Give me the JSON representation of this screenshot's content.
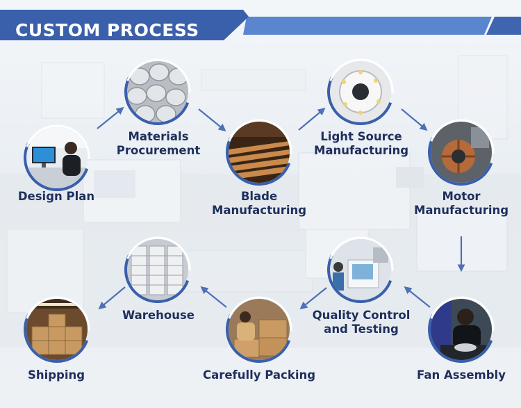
{
  "header": {
    "title": "CUSTOM PROCESS"
  },
  "colors": {
    "banner_dark": "#3a5fab",
    "banner_light": "#5a86cf",
    "label": "#1f2f5c",
    "arrow": "#4f6fb6"
  },
  "steps": [
    {
      "label": "Design Plan",
      "icon": "designer-at-computer-photo"
    },
    {
      "label": "Materials Procurement",
      "line1": "Materials",
      "line2": "Procurement",
      "icon": "metal-discs-photo"
    },
    {
      "label": "Blade Manufacturing",
      "line1": "Blade",
      "line2": "Manufacturing",
      "icon": "wooden-blades-photo"
    },
    {
      "label": "Light Source Manufacturing",
      "line1": "Light Source",
      "line2": "Manufacturing",
      "icon": "led-board-photo"
    },
    {
      "label": "Motor Manufacturing",
      "line1": "Motor",
      "line2": "Manufacturing",
      "icon": "motor-stator-photo"
    },
    {
      "label": "Fan Assembly",
      "icon": "assembly-worker-photo"
    },
    {
      "label": "Quality Control and Testing",
      "line1": "Quality Control",
      "line2": "and Testing",
      "icon": "testing-machine-photo"
    },
    {
      "label": "Carefully Packing",
      "icon": "packing-worker-photo"
    },
    {
      "label": "Warehouse",
      "icon": "warehouse-racks-photo"
    },
    {
      "label": "Shipping",
      "icon": "shipping-container-photo"
    }
  ]
}
